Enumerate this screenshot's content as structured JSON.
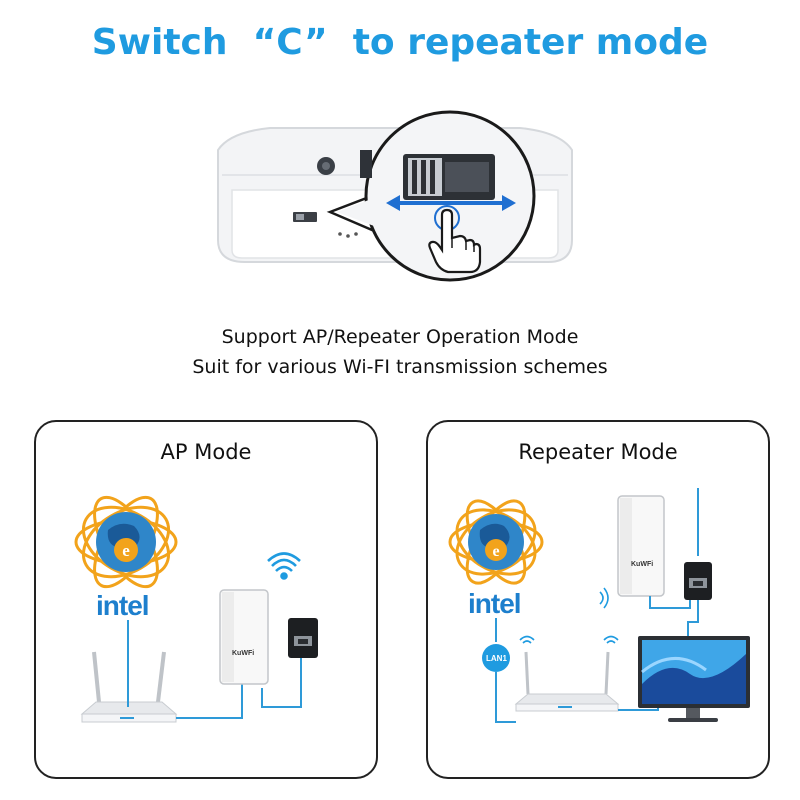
{
  "header": {
    "title_prefix": "Switch",
    "title_quote": "“C”",
    "title_suffix": "to repeater mode"
  },
  "description": {
    "line1": "Support AP/Repeater Operation Mode",
    "line2": "Suit for various Wi-FI transmission schemes"
  },
  "panels": {
    "ap": {
      "title": "AP Mode",
      "brand": "intel",
      "device_brand": "KuWFi"
    },
    "repeater": {
      "title": "Repeater Mode",
      "brand": "intel",
      "device_brand": "KuWFi",
      "port_label": "LAN1"
    }
  },
  "colors": {
    "accent": "#1f9be0",
    "cable": "#2e9ad8",
    "globe_ring": "#f2a31b",
    "screen": "#3fa6e8"
  }
}
